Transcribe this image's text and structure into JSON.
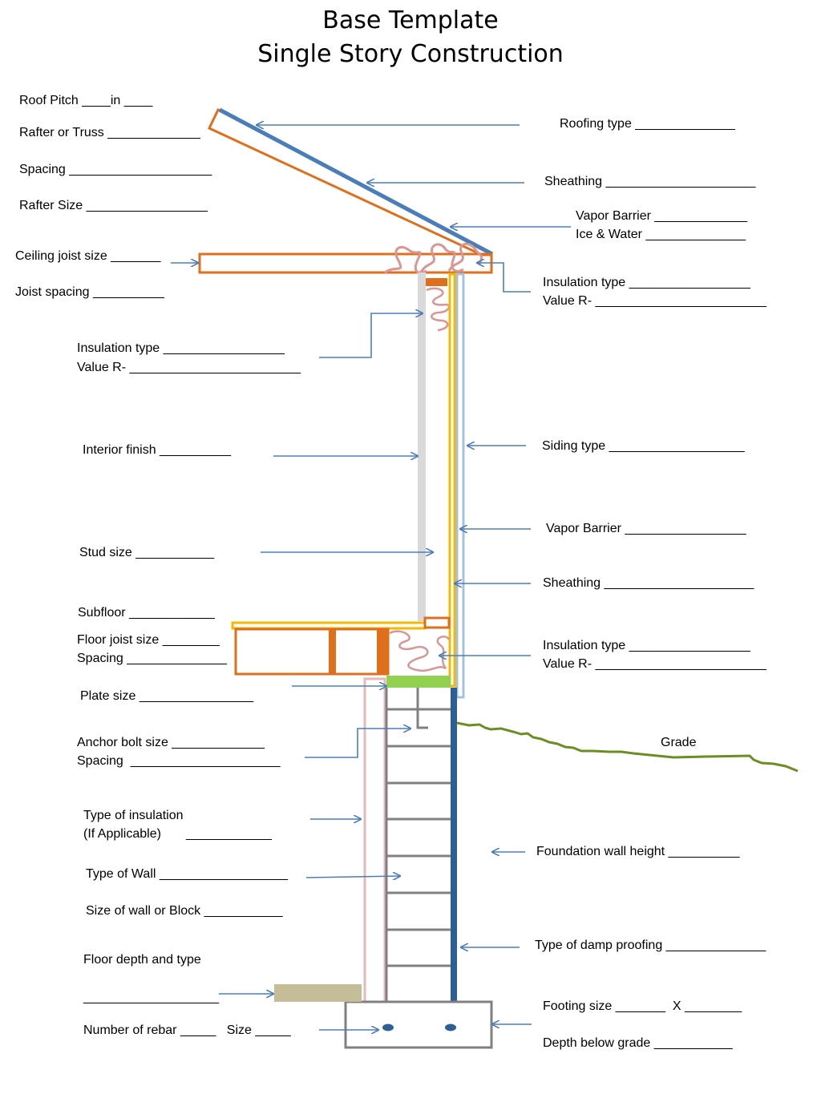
{
  "title": "Base Template",
  "subtitle": "Single Story Construction",
  "labels": {
    "roof_pitch": "Roof Pitch ____in ____",
    "rafter_or_truss": "Rafter or Truss _____________",
    "spacing_roof": "Spacing ____________________",
    "rafter_size": "Rafter Size _________________",
    "ceiling_joist_size": "Ceiling joist size _______",
    "joist_spacing": "Joist spacing __________",
    "insulation_type_wall": "Insulation type _________________",
    "value_r_wall": "Value R- ________________________",
    "interior_finish": "Interior finish __________",
    "stud_size": "Stud size ___________",
    "subfloor": "Subfloor ____________",
    "floor_joist_size": "Floor joist size ________",
    "spacing_floor": "Spacing ______________",
    "plate_size": "Plate size ________________",
    "anchor_bolt_size": "Anchor bolt size _____________",
    "spacing_anchor": "Spacing  _____________________",
    "type_of_insulation": "Type of insulation",
    "if_applicable": "(If Applicable)       ____________",
    "type_of_wall": "Type of Wall __________________",
    "size_of_wall": "Size of wall or Block ___________",
    "floor_depth_type": "Floor depth and type",
    "floor_depth_blank": "___________________",
    "rebar": "Number of rebar _____   Size _____",
    "roofing_type": "Roofing type ______________",
    "sheathing_roof": "Sheathing _____________________",
    "vapor_barrier_roof": "Vapor Barrier _____________",
    "ice_water": "Ice & Water ______________",
    "insulation_type_ceiling": "Insulation type _________________",
    "value_r_ceiling": "Value R- ________________________",
    "siding_type": "Siding type ___________________",
    "vapor_barrier_wall": "Vapor Barrier _________________",
    "sheathing_wall": "Sheathing _____________________",
    "insulation_type_rim": "Insulation type _________________",
    "value_r_rim": "Value R- ________________________",
    "grade": "Grade",
    "foundation_wall_height": "Foundation wall height __________",
    "damp_proofing": "Type of damp proofing ______________",
    "footing_size": "Footing size _______  X ________",
    "depth_below_grade": "Depth below grade ___________"
  },
  "colors": {
    "framing": "#e06f1c",
    "roofing": "#4a7ebb",
    "arrow": "#4a7ebb",
    "sheathing": "#f5b800",
    "insulation": "#d99694",
    "drywall": "#d9d9d9",
    "vapor_barrier": "#a6c0e0",
    "sill_plate": "#92d050",
    "block": "#808080",
    "damp_proofing": "#2e5f94",
    "grade_line": "#6b8e23",
    "floor_slab": "#c4bd97",
    "foundation_insulation": "#e6b8b7"
  }
}
